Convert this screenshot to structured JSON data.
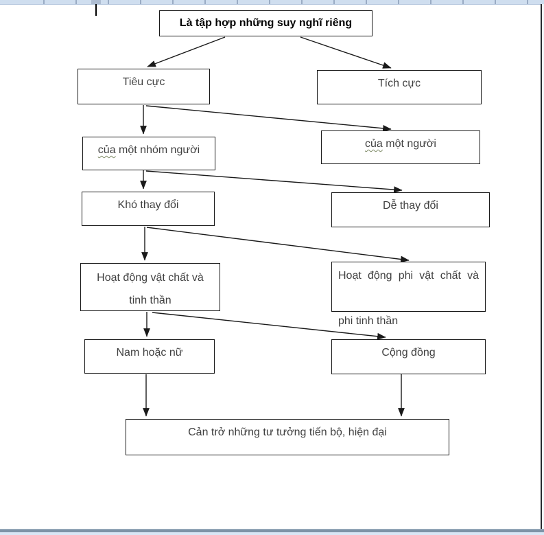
{
  "nodes": {
    "root": "Là tập hợp những suy nghĩ riêng",
    "negative": "Tiêu cực",
    "positive": "Tích cực",
    "group_word1": "của",
    "group_rest": "một nhóm người",
    "person_word1": "của",
    "person_rest": "một người",
    "hard": "Khó thay đổi",
    "easy": "Dễ thay đổi",
    "material_l1": "Hoạt động vật chất và",
    "material_l2": "tinh thần",
    "immaterial_l1": "Hoạt động phi vật chất và",
    "immaterial_l2": "phi tinh thần",
    "gender": "Nam hoặc nữ",
    "community": "Cộng đồng",
    "conclusion": "Cản trở những tư tưởng tiến bộ, hiện đại"
  },
  "edges": [
    {
      "from": "root",
      "to": "negative"
    },
    {
      "from": "root",
      "to": "positive"
    },
    {
      "from": "negative",
      "to": "group"
    },
    {
      "from": "negative",
      "to": "person"
    },
    {
      "from": "group",
      "to": "hard"
    },
    {
      "from": "group",
      "to": "easy"
    },
    {
      "from": "hard",
      "to": "material"
    },
    {
      "from": "hard",
      "to": "immaterial"
    },
    {
      "from": "material",
      "to": "gender"
    },
    {
      "from": "material",
      "to": "community"
    },
    {
      "from": "gender",
      "to": "conclusion"
    },
    {
      "from": "community",
      "to": "conclusion"
    }
  ],
  "colors": {
    "box_border": "#191919",
    "node_text": "#3f3f3f",
    "title_text": "#000000",
    "arrow": "#1a1a1a",
    "spellcheck_underline": "#7e8a66",
    "ruler_strip": "#cfdeef",
    "bottom_bar": "#7e93a7",
    "bottom_strip": "#d9e6f5",
    "page_edge": "#26292e"
  }
}
